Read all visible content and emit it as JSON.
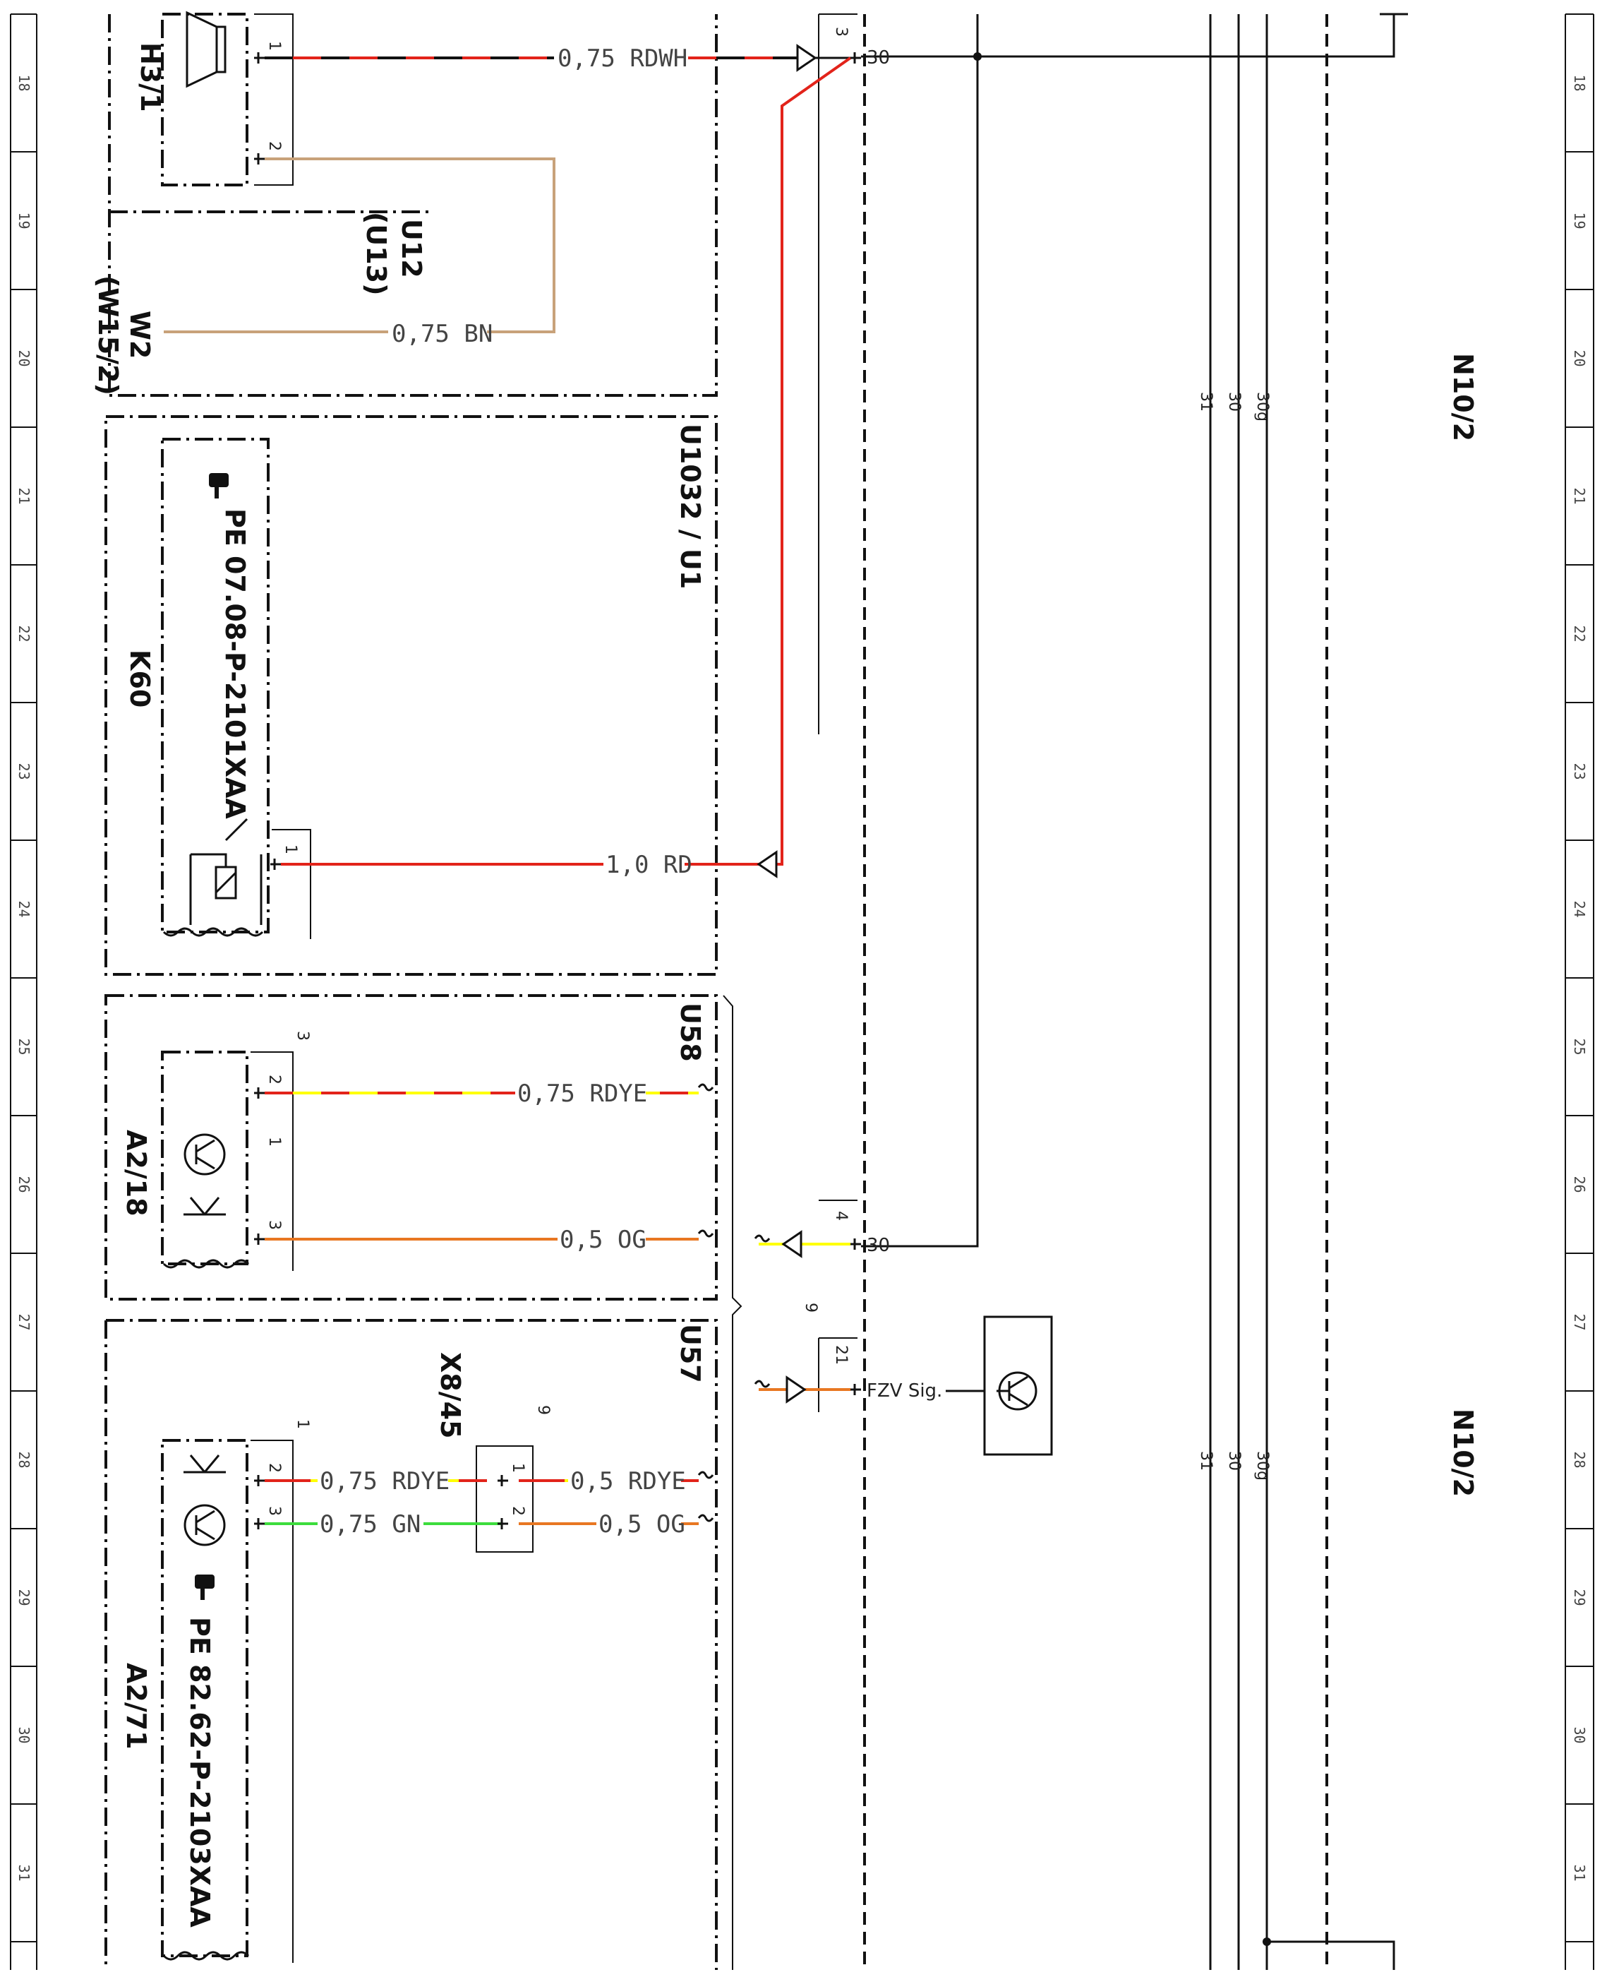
{
  "ruler": {
    "labels": [
      "18",
      "19",
      "20",
      "21",
      "22",
      "23",
      "24",
      "25",
      "26",
      "27",
      "28",
      "29",
      "30",
      "31"
    ]
  },
  "components": {
    "h3_1": "H3/1",
    "w2": "W2",
    "w15_2": "(W15/2)",
    "u12": "U12",
    "u13": "(U13)",
    "u1032": "U1032 / U1",
    "k60": "K60",
    "k60_pe": "PE 07.08-P-2101XAA",
    "u58": "U58",
    "a2_18": "A2/18",
    "u57": "U57",
    "x8_45": "X8/45",
    "a2_71": "A2/71",
    "a2_71_pe": "PE 82.62-P-2103XAA",
    "n10_2_top": "N10/2",
    "n10_2_bottom": "N10/2"
  },
  "wires": {
    "rdwh": "0,75 RDWH",
    "bn": "0,75 BN",
    "rd": "1,0 RD",
    "rdye_a2_18": "0,75 RDYE",
    "og_a2_18": "0,5 OG",
    "rdye_a2_71": "0,75 RDYE",
    "gn_a2_71": "0,75 GN",
    "rdye_x8": "0,5 RDYE",
    "og_x8": "0,5 OG"
  },
  "pins": {
    "h3_1_p1": "1",
    "h3_1_p2": "2",
    "k60_p1": "1",
    "a2_18_conn": "3",
    "a2_18_p2": "2",
    "a2_18_p1": "1",
    "a2_18_p3": "3",
    "a2_71_conn": "1",
    "a2_71_p2": "2",
    "a2_71_p3": "3",
    "x8_conn": "9",
    "x8_p1": "1",
    "x8_p2": "2",
    "n10_conn3": "3",
    "n10_conn4": "4",
    "n10_conn9": "9",
    "n10_p21": "21"
  },
  "terminals": {
    "t30_top": "30",
    "t30_mid": "30",
    "fzv_sig": "FZV Sig."
  },
  "bus": {
    "top": [
      "31",
      "30",
      "30g"
    ],
    "bottom": [
      "31",
      "30",
      "30g"
    ]
  },
  "colors": {
    "red": "#e2231a",
    "white": "#ffffff",
    "brown": "#c8a27a",
    "yellow": "#ffff00",
    "orange": "#e87722",
    "green": "#3cdc3c",
    "black": "#111111"
  },
  "icons": [
    "speaker-icon",
    "transistor-icon",
    "antenna-icon",
    "hand-pointer-icon",
    "relay-switch-icon"
  ]
}
